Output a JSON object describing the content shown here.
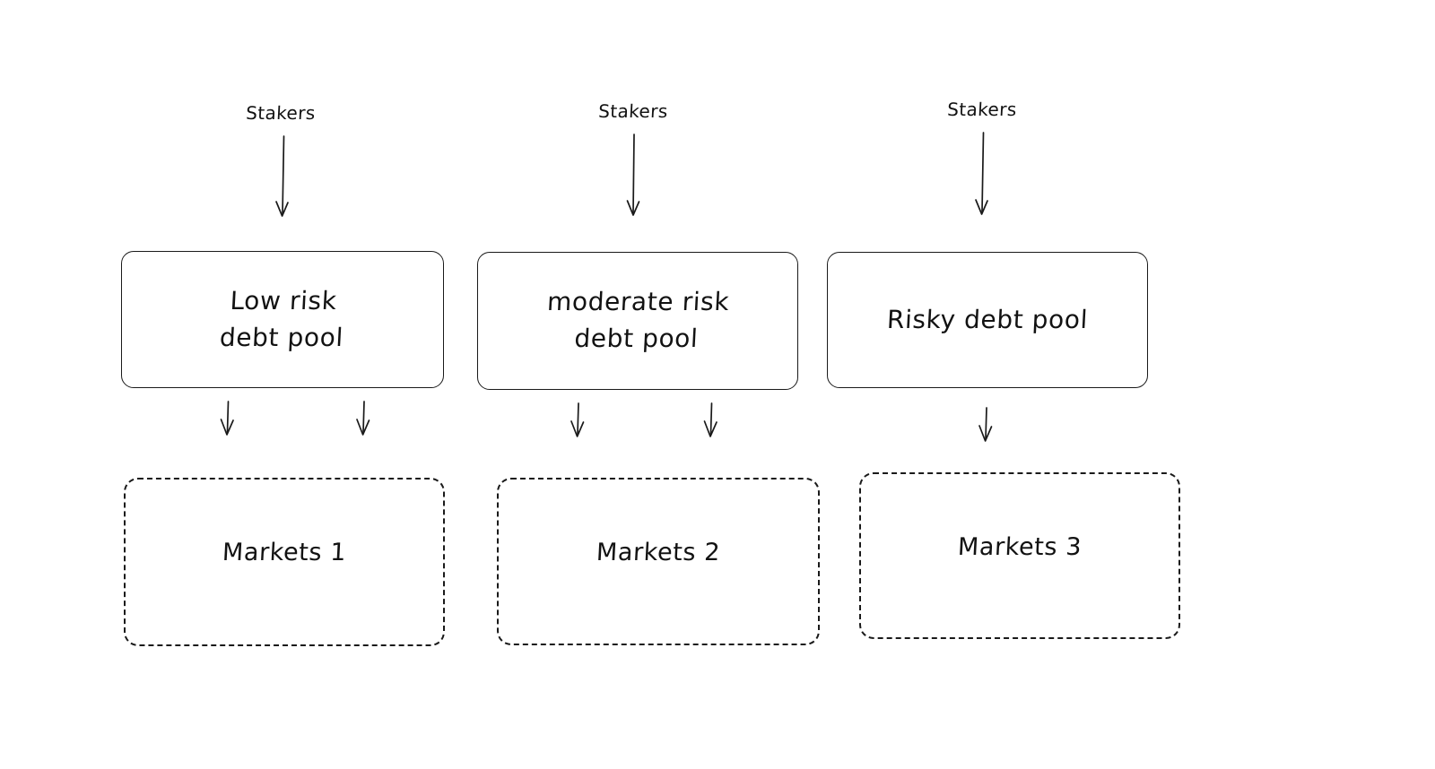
{
  "diagram": {
    "background_color": "#ffffff",
    "stroke_color": "#1a1a1a",
    "text_color": "#121212",
    "columns": [
      {
        "staker_label": "Stakers",
        "pool_label": "Low risk\ndebt pool",
        "market_label": "Markets 1",
        "pool_border_style": "solid",
        "market_border_style": "dashed",
        "pool_to_market_arrow_count": 2
      },
      {
        "staker_label": "Stakers",
        "pool_label": "moderate risk\ndebt pool",
        "market_label": "Markets 2",
        "pool_border_style": "solid",
        "market_border_style": "dashed",
        "pool_to_market_arrow_count": 2
      },
      {
        "staker_label": "Stakers",
        "pool_label": "Risky debt pool",
        "market_label": "Markets 3",
        "pool_border_style": "solid",
        "market_border_style": "dashed",
        "pool_to_market_arrow_count": 1
      }
    ]
  }
}
